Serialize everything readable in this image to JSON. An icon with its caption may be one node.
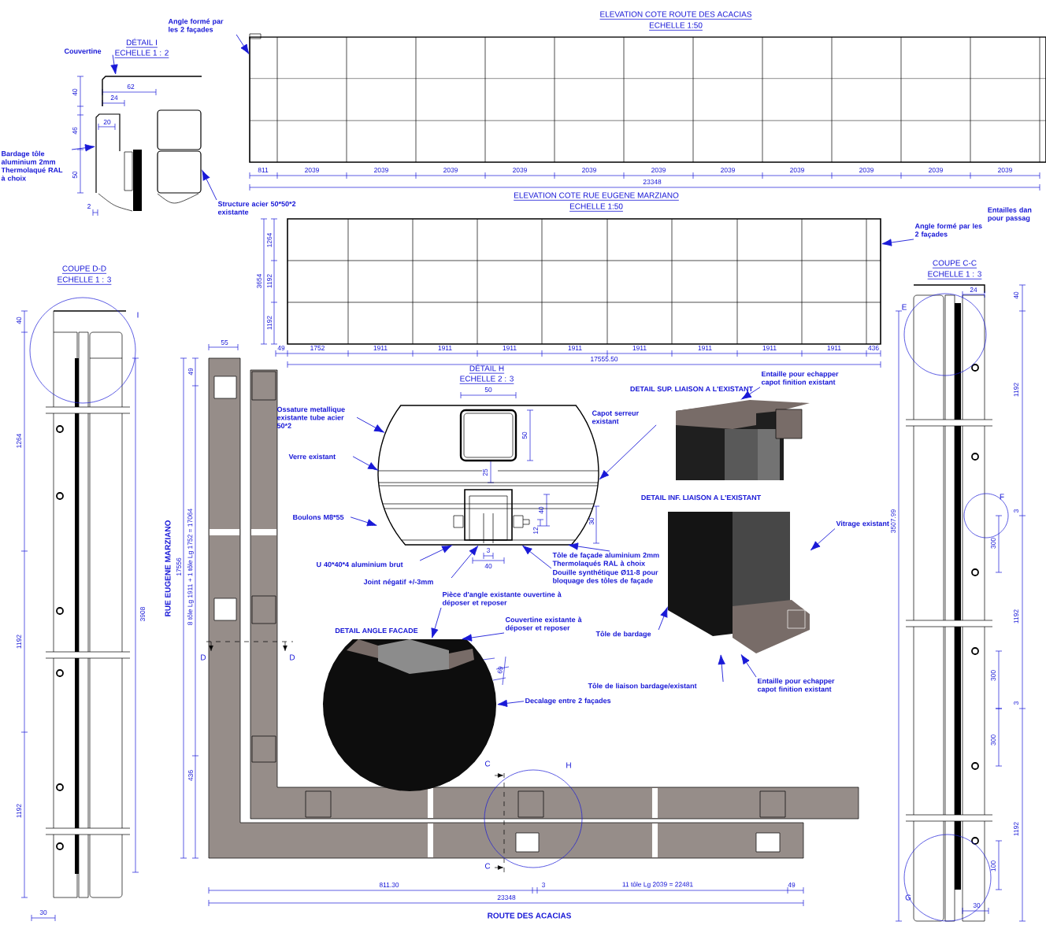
{
  "diagram": {
    "nodes": [
      {
        "text": [
          "Couvertine"
        ]
      },
      {
        "text": [
          "Angle formé par les 2 façades"
        ]
      },
      {
        "text": [
          "Bardage tôle aluminium 2mm Thermolaqué RAL à choix"
        ]
      },
      {
        "text": [
          "Structure acier 50*50*2 existante"
        ]
      },
      {
        "text": [
          "Angle formé par les 2 façades"
        ]
      },
      {
        "text": [
          "Ossature metallique existante tube acier 50*2"
        ]
      },
      {
        "text": [
          "Verre existant"
        ]
      },
      {
        "text": [
          "Capot serreur existant"
        ]
      },
      {
        "text": [
          "Boulons M8*55"
        ]
      },
      {
        "text": [
          "U 40*40*4 aluminium brut"
        ]
      },
      {
        "text": [
          "Joint négatif +/-3mm"
        ]
      },
      {
        "text": [
          "Douille synthétique Ø11-8 pour bloquage des tôles de façade"
        ]
      },
      {
        "text": [
          "Tôle de façade aluminium 2mm Thermolaqués RAL à choix"
        ]
      },
      {
        "text": [
          "Entaille pour echapper capot finition existant"
        ]
      },
      {
        "text": [
          "Vitrage existant"
        ]
      },
      {
        "text": [
          "Tôle de bardage"
        ]
      },
      {
        "text": [
          "Tôle de liaison bardage/existant"
        ]
      },
      {
        "text": [
          "Entaille pour echapper capot finition existant"
        ]
      },
      {
        "text": [
          "Pièce d'angle existante ouvertine à déposer et reposer"
        ]
      },
      {
        "text": [
          "Couvertine existante à déposer et reposer"
        ]
      },
      {
        "text": [
          "Decalage entre 2 façades"
        ]
      },
      {
        "text": [],
        "shape": "picture",
        "beside": [
          "DÉTAIL I",
          "ECHELLE 1 : 2"
        ]
      },
      {
        "text": [],
        "shape": "picture",
        "beside": [
          "ELEVATION COTE ROUTE DES ACACIAS",
          "ECHELLE 1:50"
        ]
      },
      {
        "text": [],
        "shape": "picture",
        "beside": [
          "ELEVATION COTE RUE EUGENE MARZIANO",
          "ECHELLE 1:50"
        ]
      },
      {
        "text": [],
        "shape": "picture",
        "beside": [
          "DÉTAIL H",
          "ECHELLE 2 : 3"
        ]
      },
      {
        "text": [],
        "shape": "picture",
        "beside": [
          "DETAIL SUP. LIAISON A L'EXISTANT"
        ]
      },
      {
        "text": [],
        "shape": "picture",
        "beside": [
          "DETAIL INF. LIAISON A L'EXISTANT"
        ]
      },
      {
        "text": [],
        "shape": "picture",
        "beside": [
          "DETAIL ANGLE FACADE"
        ]
      }
    ],
    "edges": [
      {
        "from": 0,
        "to": 21,
        "arrow": "to"
      },
      {
        "from": 1,
        "to": 22,
        "arrow": "to"
      },
      {
        "from": 2,
        "to": 21,
        "arrow": "to"
      },
      {
        "from": 3,
        "to": 21,
        "arrow": "to"
      },
      {
        "from": 4,
        "to": 23,
        "arrow": "to"
      },
      {
        "from": 5,
        "to": 24,
        "arrow": "to"
      },
      {
        "from": 6,
        "to": 24,
        "arrow": "to"
      },
      {
        "from": 7,
        "to": 24,
        "arrow": "to"
      },
      {
        "from": 8,
        "to": 24,
        "arrow": "to"
      },
      {
        "from": 9,
        "to": 24,
        "arrow": "to"
      },
      {
        "from": 10,
        "to": 24,
        "arrow": "to"
      },
      {
        "from": 11,
        "to": 24,
        "arrow": "to"
      },
      {
        "from": 12,
        "to": 24,
        "arrow": "to"
      },
      {
        "from": 13,
        "to": 25,
        "arrow": "to"
      },
      {
        "from": 14,
        "to": 26,
        "arrow": "to"
      },
      {
        "from": 15,
        "to": 26,
        "arrow": "to"
      },
      {
        "from": 16,
        "to": 26,
        "arrow": "to"
      },
      {
        "from": 17,
        "to": 26,
        "arrow": "to"
      },
      {
        "from": 18,
        "to": 27,
        "arrow": "to"
      },
      {
        "from": 19,
        "to": 27,
        "arrow": "to"
      },
      {
        "from": 20,
        "to": 27,
        "arrow": "to"
      }
    ],
    "labels": [
      "40",
      "62",
      "24",
      "46",
      "20",
      "50",
      "2",
      "811",
      "2039",
      "2039",
      "2039",
      "2039",
      "2039",
      "2039",
      "2039",
      "2039",
      "2039",
      "2039",
      "2039",
      "23348",
      "1264",
      "3654",
      "1192",
      "1192",
      "49",
      "1752",
      "1911",
      "1911",
      "1911",
      "1911",
      "1911",
      "1911",
      "1911",
      "1911",
      "436",
      "17555.50",
      "COUPE D-D",
      "ECHELLE 1 : 3",
      "40",
      "I",
      "1264",
      "3908",
      "1192",
      "1192",
      "30",
      "55",
      "49",
      "8 tôle Lg 1911 + 1 tôle Lg 1752 = 17064",
      "17556",
      "RUE EUGENE MARZIANO",
      "436",
      "D",
      "D",
      "C",
      "C",
      "H",
      "811.30",
      "3",
      "11 tôle Lg 2039 = 22481",
      "49",
      "23348",
      "ROUTE DES ACACIAS",
      "50",
      "50",
      "25",
      "40",
      "12",
      "30",
      "3",
      "40",
      "69",
      "COUPE C-C",
      "ECHELLE 1 : 3",
      "E",
      "24",
      "40",
      "1192",
      "3507.99",
      "F",
      "3",
      "300",
      "1192",
      "300",
      "3",
      "300",
      "1192",
      "100",
      "G",
      "30",
      "Entailles dan pour passag"
    ]
  }
}
